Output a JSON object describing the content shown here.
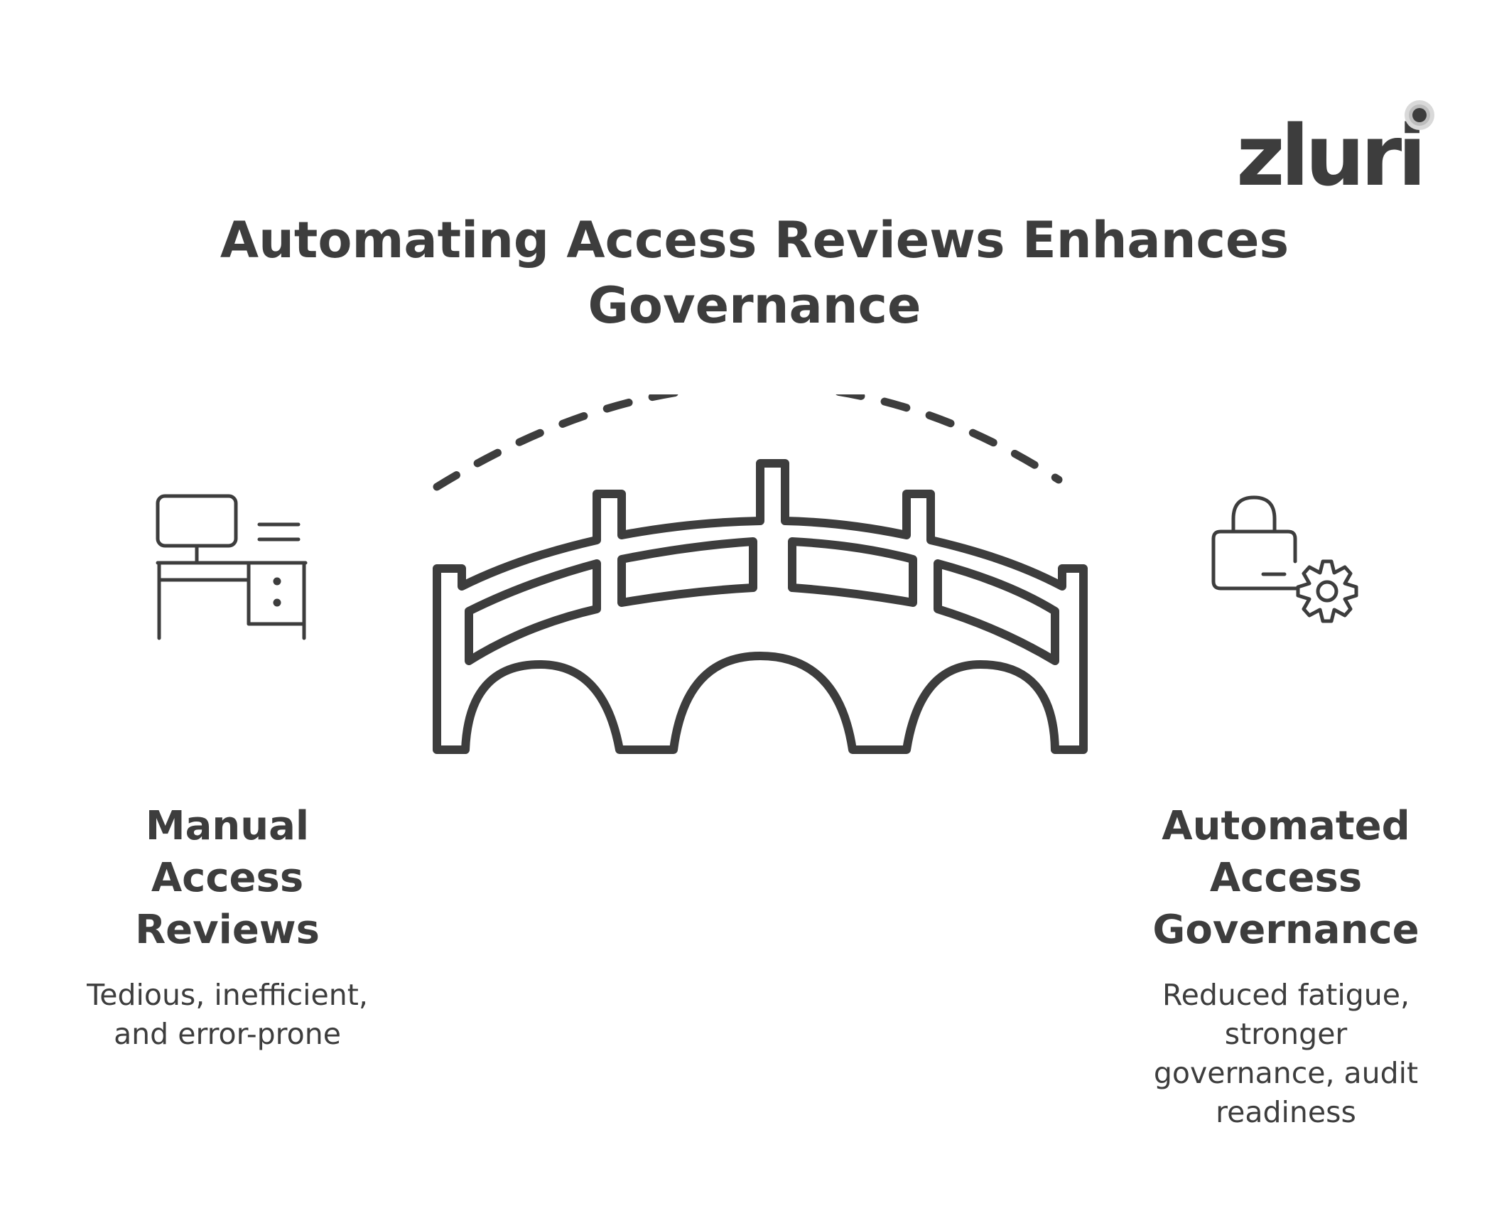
{
  "brand": {
    "logo_text": "zluri"
  },
  "title": "Automating Access Reviews Enhances\nGovernance",
  "left": {
    "heading": "Manual\nAccess\nReviews",
    "description": "Tedious, inefficient,\nand error-prone",
    "icon": "desk-computer-icon"
  },
  "right": {
    "heading": "Automated\nAccess\nGovernance",
    "description": "Reduced fatigue,\nstronger\ngovernance, audit\nreadiness",
    "icon": "lock-gear-icon"
  },
  "center": {
    "icon": "bridge-icon"
  },
  "colors": {
    "ink": "#3d3d3d",
    "background": "#ffffff"
  }
}
